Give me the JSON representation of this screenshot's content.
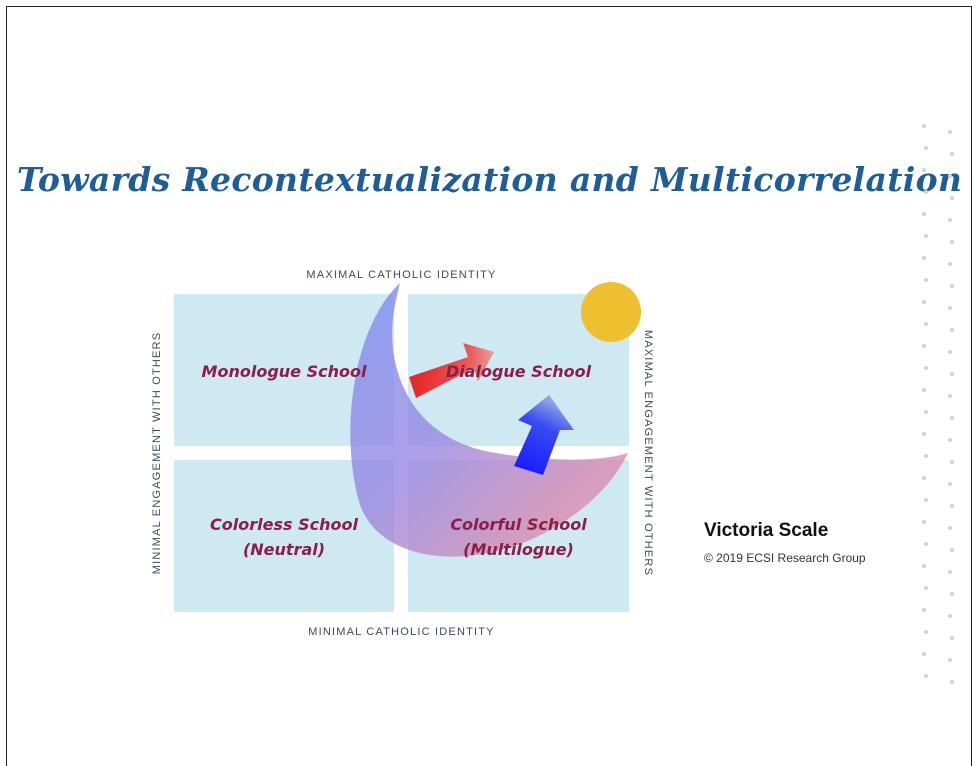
{
  "slide": {
    "title": "Towards Recontextualization and Multicorrelation"
  },
  "axes": {
    "top": "MAXIMAL CATHOLIC IDENTITY",
    "bottom": "MINIMAL CATHOLIC IDENTITY",
    "left": "MINIMAL ENGAGEMENT WITH OTHERS",
    "right": "MAXIMAL ENGAGEMENT WITH OTHERS"
  },
  "quadrants": {
    "top_left": "Monologue School",
    "top_right": "Dialogue School",
    "bottom_left_line1": "Colorless School",
    "bottom_left_line2": "(Neutral)",
    "bottom_right_line1": "Colorful School",
    "bottom_right_line2": "(Multilogue)"
  },
  "brand": {
    "name": "Victoria Scale",
    "copyright": "© 2019 ECSI Research Group"
  },
  "colors": {
    "title": "#1e5d96",
    "quadrant": "#cfe9f3",
    "label": "#8c1e48",
    "sun": "#eec030",
    "red_arrow": "#ea2a2a",
    "blue_arrow": "#2222ee"
  }
}
